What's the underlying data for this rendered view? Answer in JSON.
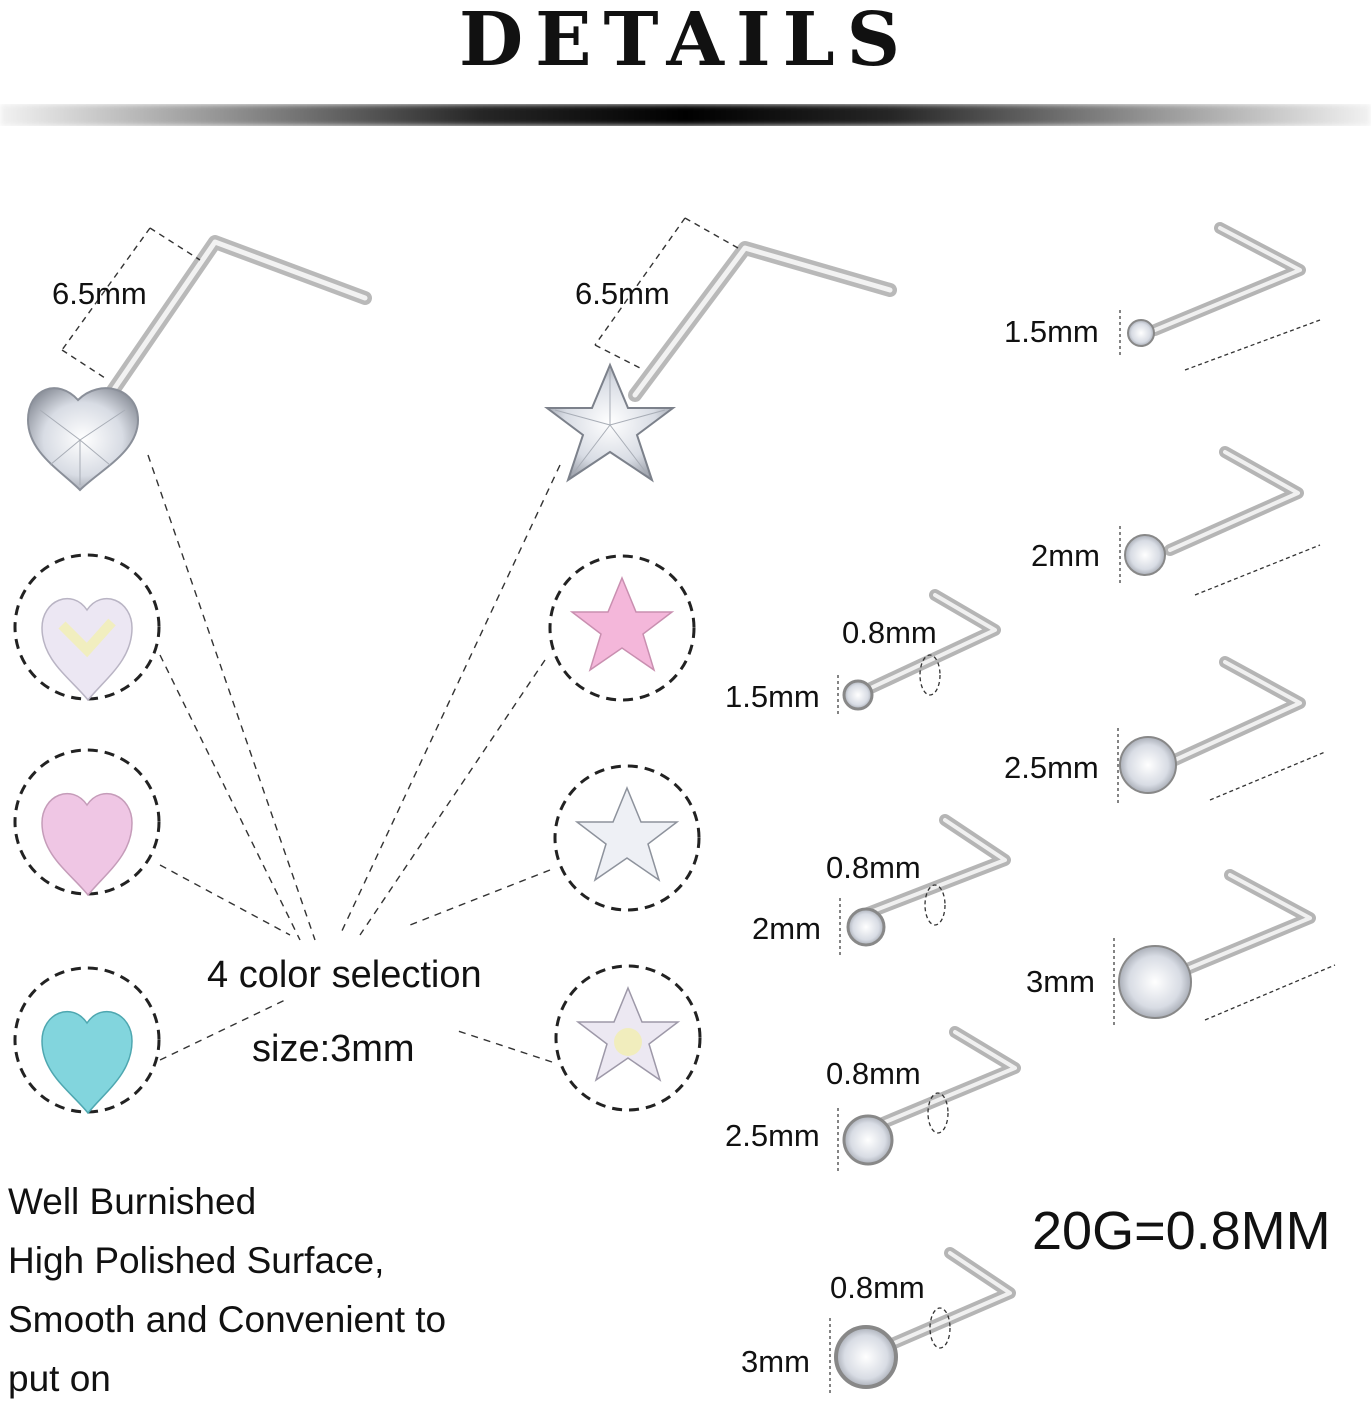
{
  "title": "DETAILS",
  "labels": {
    "heart_length": "6.5mm",
    "star_length": "6.5mm",
    "color_selection": "4 color selection",
    "size": "size:3mm",
    "gauge": "20G=0.8MM"
  },
  "bezel_studs": [
    {
      "wire": "0.8mm",
      "size": "1.5mm"
    },
    {
      "wire": "0.8mm",
      "size": "2mm"
    },
    {
      "wire": "0.8mm",
      "size": "2.5mm"
    },
    {
      "wire": "0.8mm",
      "size": "3mm"
    }
  ],
  "prong_studs": [
    {
      "size": "1.5mm"
    },
    {
      "size": "2mm"
    },
    {
      "size": "2.5mm"
    },
    {
      "size": "3mm"
    }
  ],
  "features": [
    "Well Burnished",
    "High Polished Surface,",
    "Smooth and Convenient to",
    "put on"
  ],
  "colors": {
    "heart_variants": [
      "#e9e3ef",
      "#f0c8e6",
      "#7fd6df"
    ],
    "star_variants": [
      "#f6b8dc",
      "#eef0f6",
      "#e9e3ef"
    ]
  }
}
